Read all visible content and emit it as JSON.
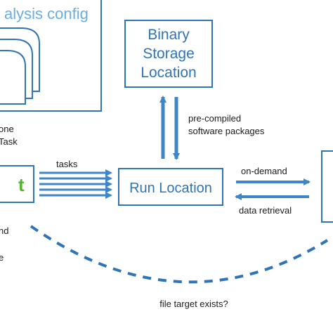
{
  "config_box": {
    "title": "alysis config"
  },
  "left_notes": {
    "line1": "one",
    "line2": "Task",
    "line3": "nd",
    "line4": "e"
  },
  "left_node": {
    "symbol": "t"
  },
  "binary_storage": {
    "line1": "Binary",
    "line2": "Storage",
    "line3": "Location"
  },
  "precompiled": {
    "line1": "pre-compiled",
    "line2": "software packages"
  },
  "tasks": {
    "label": "tasks"
  },
  "run_location": {
    "label": "Run Location"
  },
  "on_demand": {
    "label": "on-demand"
  },
  "data_retrieval": {
    "label": "data retrieval"
  },
  "file_target": {
    "label": "file target exists?"
  },
  "colors": {
    "accent": "#3f86c6",
    "box_border": "#2f74b5",
    "config_title": "#6aaee0",
    "symbol_green": "#55b52e"
  }
}
